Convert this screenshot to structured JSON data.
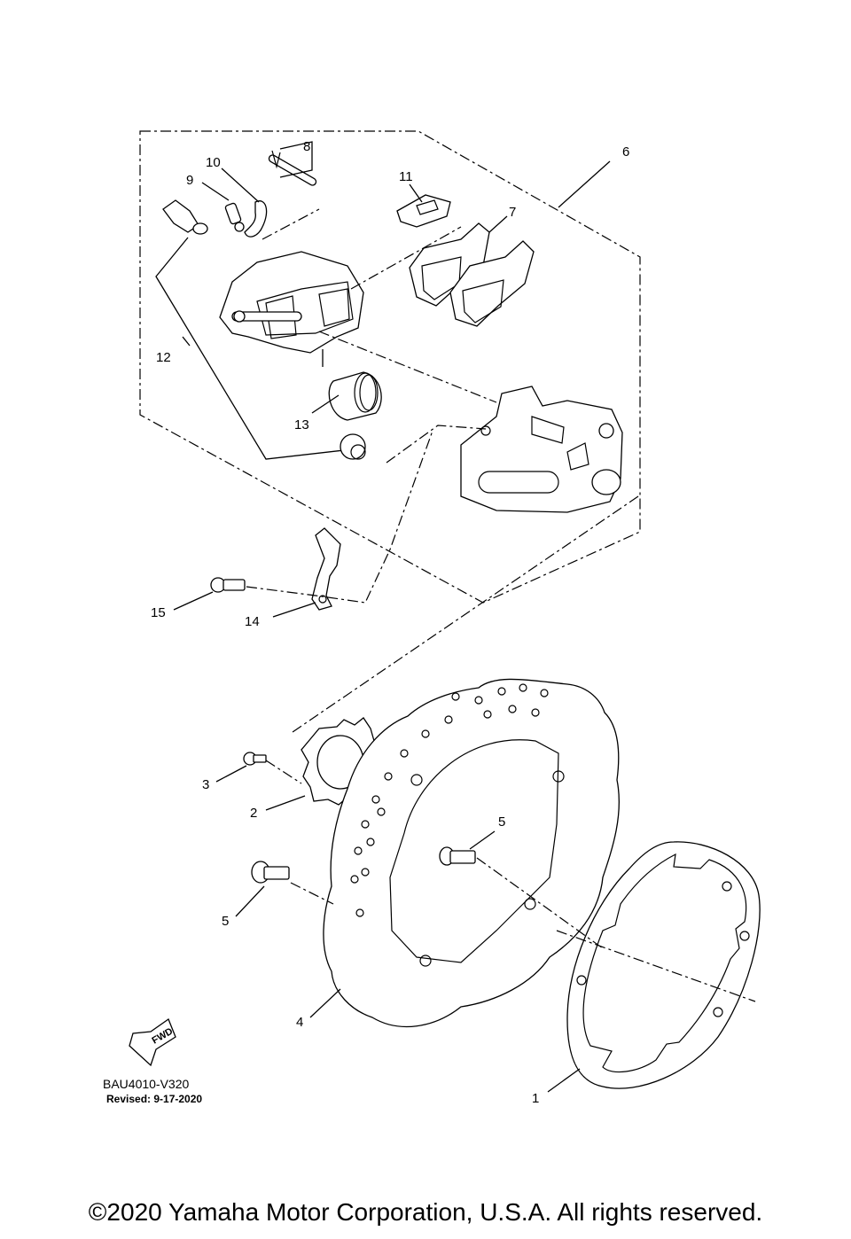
{
  "callouts": {
    "c1": "1",
    "c2": "2",
    "c3": "3",
    "c4": "4",
    "c5a": "5",
    "c5b": "5",
    "c6": "6",
    "c7": "7",
    "c8": "8",
    "c9": "9",
    "c10": "10",
    "c11": "11",
    "c12": "12",
    "c13": "13",
    "c14": "14",
    "c15": "15"
  },
  "fwd_label": "FWD",
  "diagram_code": "BAU4010-V320",
  "revised": "Revised: 9-17-2020",
  "copyright": "©2020 Yamaha Motor Corporation, U.S.A. All rights reserved."
}
